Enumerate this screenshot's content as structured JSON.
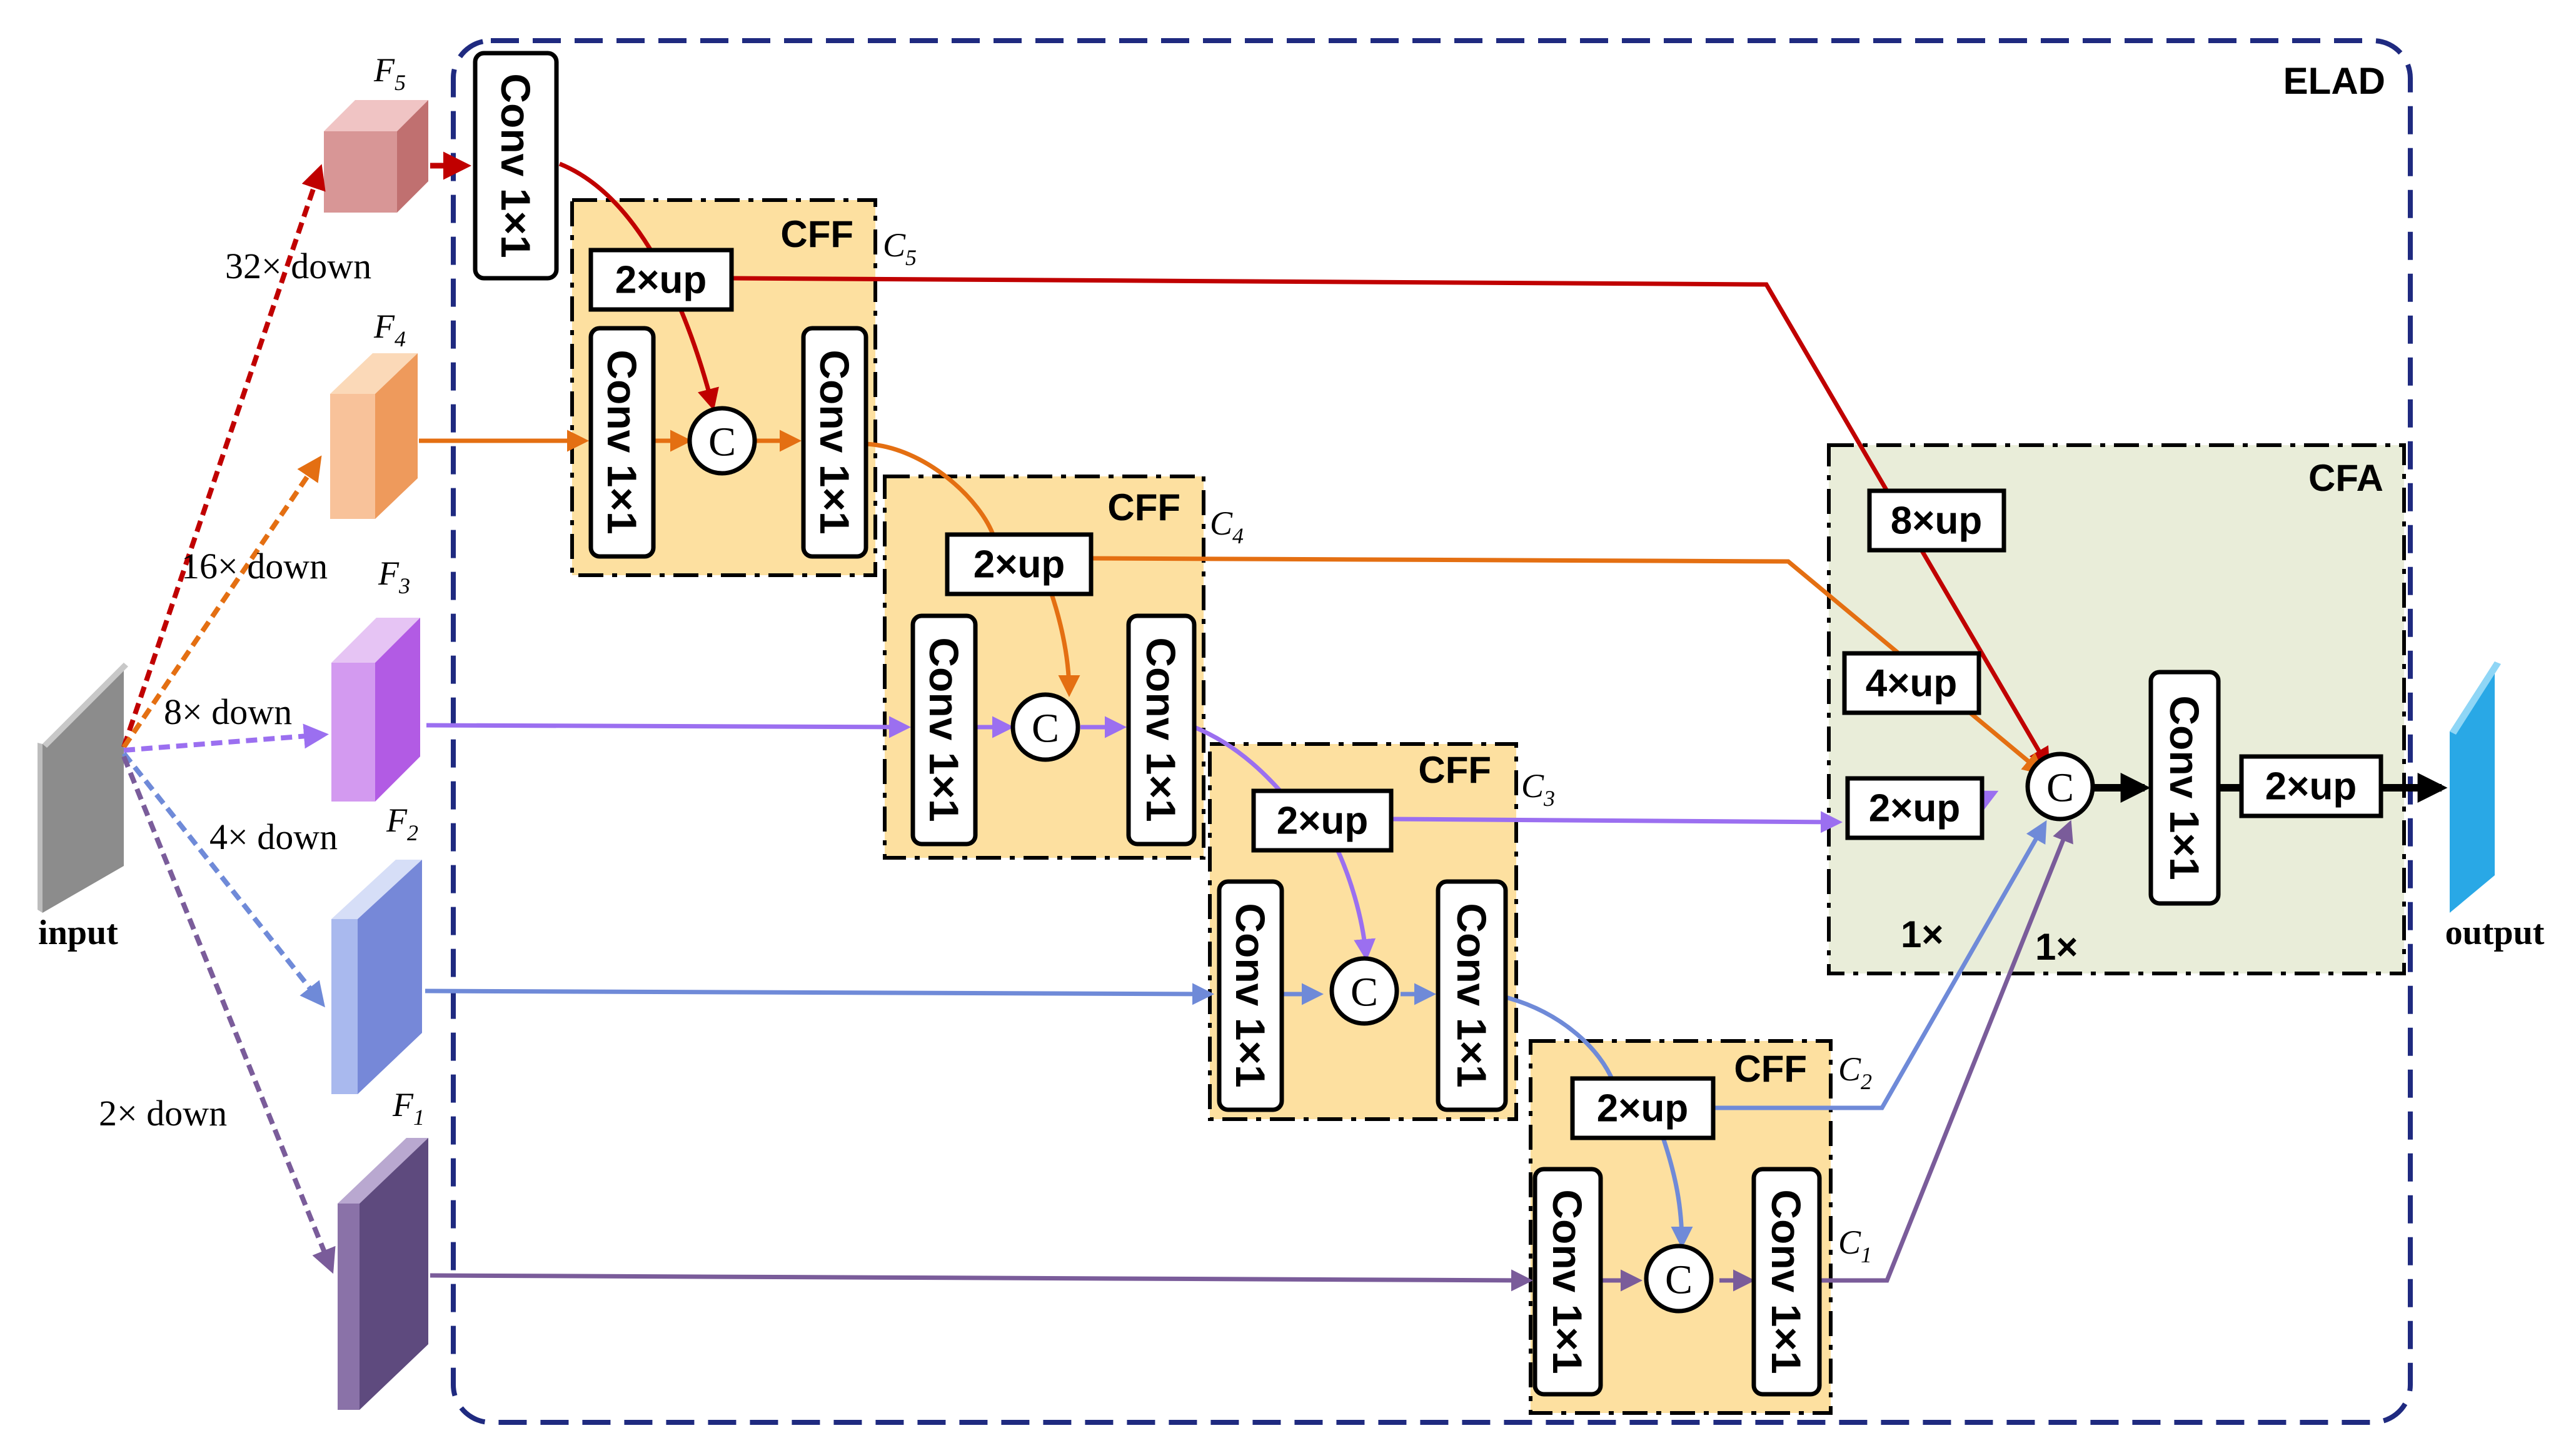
{
  "input_label": "input",
  "output_label": "output",
  "downsample_labels": [
    "32× down",
    "16× down",
    "8× down",
    "4× down",
    "2× down"
  ],
  "feature_labels": [
    {
      "base": "F",
      "sub": "5"
    },
    {
      "base": "F",
      "sub": "4"
    },
    {
      "base": "F",
      "sub": "3"
    },
    {
      "base": "F",
      "sub": "2"
    },
    {
      "base": "F",
      "sub": "1"
    }
  ],
  "cff_outputs": [
    {
      "base": "C",
      "sub": "5"
    },
    {
      "base": "C",
      "sub": "4"
    },
    {
      "base": "C",
      "sub": "3"
    },
    {
      "base": "C",
      "sub": "2"
    },
    {
      "base": "C",
      "sub": "1"
    }
  ],
  "elad_label": "ELAD",
  "cff_label": "CFF",
  "cfa_label": "CFA",
  "conv_label": "Conv 1×1",
  "up2_label": "2×up",
  "up4_label": "4×up",
  "up8_label": "8×up",
  "concat_symbol": "C",
  "scale_1x": "1×",
  "colors": {
    "red": "#c00000",
    "orange": "#e46f12",
    "purple": "#9b6ff0",
    "blue": "#6f8ad8",
    "dark_purple": "#7a5c9a",
    "cff_fill": "#fde0a0",
    "cfa_fill": "#e9edd9",
    "elad_border": "#1f2a80",
    "output_blue": "#29a8e6",
    "input_gray": "#a6a6a6"
  }
}
